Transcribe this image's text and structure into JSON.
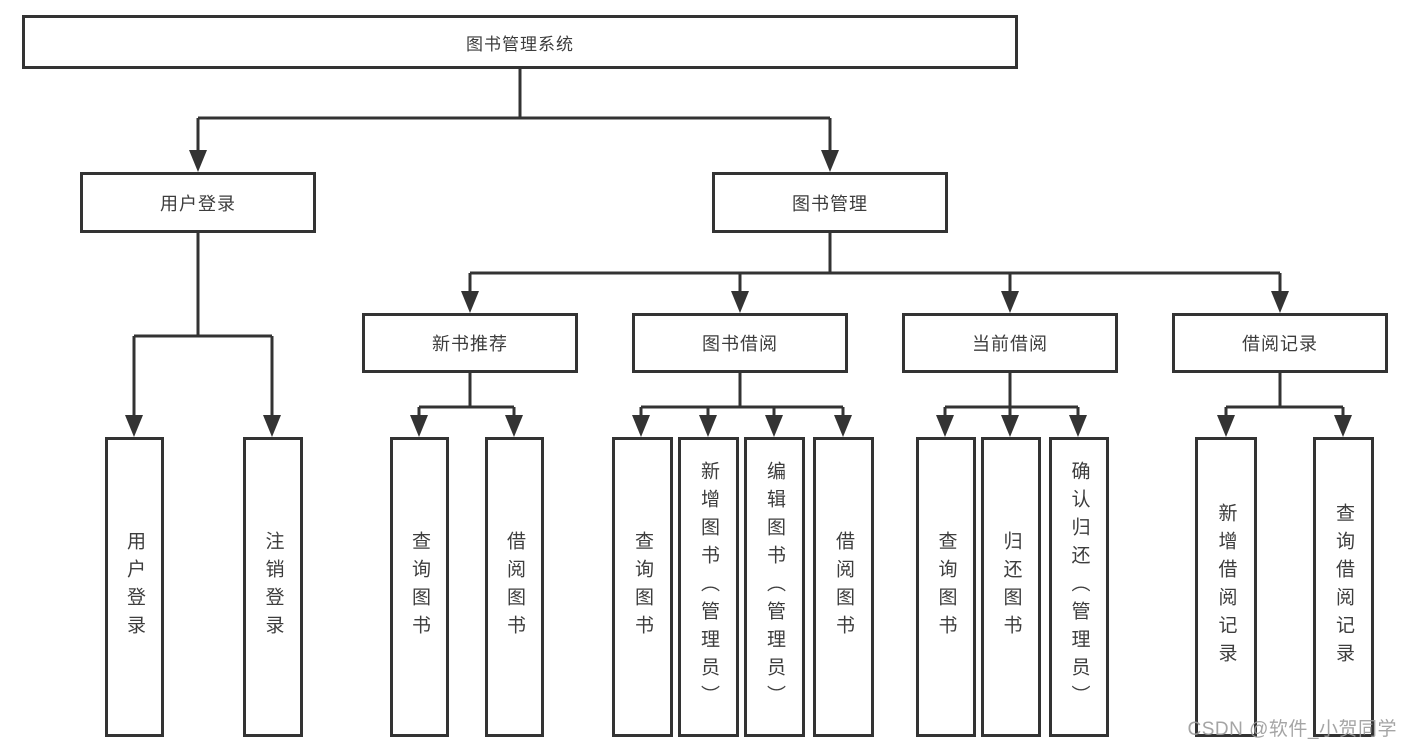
{
  "diagram": {
    "title_node": {
      "label": "图书管理系统"
    },
    "level2": [
      {
        "label": "用户登录"
      },
      {
        "label": "图书管理"
      }
    ],
    "level3": [
      {
        "label": "新书推荐"
      },
      {
        "label": "图书借阅"
      },
      {
        "label": "当前借阅"
      },
      {
        "label": "借阅记录"
      }
    ],
    "leaves": {
      "user_login": [
        {
          "label": "用户登录"
        },
        {
          "label": "注销登录"
        }
      ],
      "new_books": [
        {
          "label": "查询图书"
        },
        {
          "label": "借阅图书"
        }
      ],
      "book_borrow": [
        {
          "label": "查询图书"
        },
        {
          "label": "新增图书（管理员）"
        },
        {
          "label": "编辑图书（管理员）"
        },
        {
          "label": "借阅图书"
        }
      ],
      "current_borrow": [
        {
          "label": "查询图书"
        },
        {
          "label": "归还图书"
        },
        {
          "label": "确认归还（管理员）"
        }
      ],
      "borrow_records": [
        {
          "label": "新增借阅记录"
        },
        {
          "label": "查询借阅记录"
        }
      ]
    },
    "watermark": "CSDN @软件_小贺同学",
    "colors": {
      "line": "#333333",
      "box_border": "#333333",
      "text": "#3d3d3d",
      "background": "#ffffff",
      "watermark": "#9b9b9b"
    }
  }
}
